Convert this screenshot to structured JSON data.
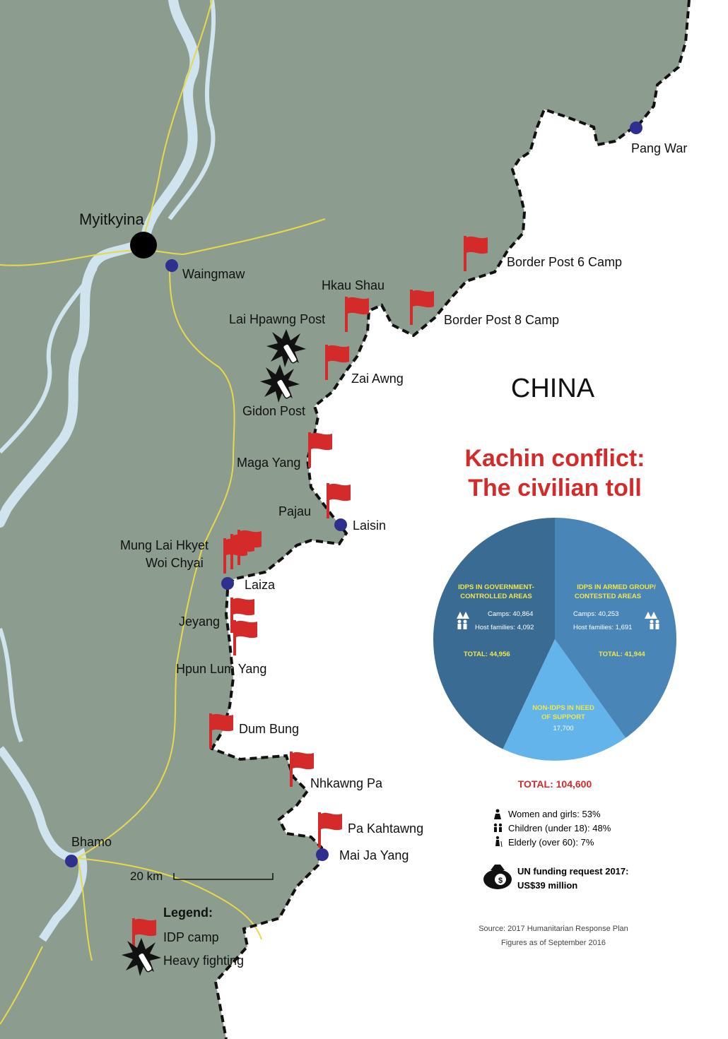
{
  "colors": {
    "land": "#8c9c8e",
    "china": "#ffffff",
    "river": "#cfe4ef",
    "road": "#e8d84a",
    "border": "#111111",
    "town": "#2e2f8f",
    "flag": "#d42a2a",
    "title": "#d42a2a",
    "pie_gov": "#3a6b93",
    "pie_armed": "#4a85b8",
    "pie_non": "#62b4ea",
    "pie_label": "#f3e64a"
  },
  "country_label": "CHINA",
  "cities": {
    "myitkyina": "Myitkyina"
  },
  "towns": {
    "waingmaw": "Waingmaw",
    "pang_war": "Pang War",
    "laisin": "Laisin",
    "laiza": "Laiza",
    "mai_ja_yang": "Mai Ja Yang",
    "bhamo": "Bhamo"
  },
  "idp_camps": {
    "border_post_6": "Border Post 6 Camp",
    "border_post_8": "Border Post 8 Camp",
    "hkau_shau": "Hkau Shau",
    "zai_awng": "Zai Awng",
    "maga_yang": "Maga Yang",
    "pajau": "Pajau",
    "mung_lai_hkyet": "Mung Lai Hkyet",
    "woi_chyai": "Woi Chyai",
    "jeyang": "Jeyang",
    "hpun_lum_yang": "Hpun Lum Yang",
    "dum_bung": "Dum Bung",
    "nhkawng_pa": "Nhkawng Pa",
    "pa_kahtawng": "Pa Kahtawng"
  },
  "fighting_sites": {
    "lai_hpawng_post": "Lai Hpawng Post",
    "gidon_post": "Gidon Post"
  },
  "scale_bar": "20 km",
  "legend": {
    "title": "Legend:",
    "idp_camp": "IDP camp",
    "heavy_fighting": "Heavy fighting",
    "idp_icon": "red-flag-icon",
    "fighting_icon": "explosion-icon"
  },
  "infographic": {
    "title_line1": "Kachin conflict:",
    "title_line2": "The civilian toll",
    "total": "TOTAL: 104,600",
    "demographics": [
      {
        "icon": "woman-icon",
        "text": "Women and girls: 53%"
      },
      {
        "icon": "children-icon",
        "text": "Children (under 18): 48%"
      },
      {
        "icon": "elderly-icon",
        "text": "Elderly (over 60): 7%"
      }
    ],
    "funding_icon": "money-bag-icon",
    "funding_line1": "UN funding request 2017:",
    "funding_line2": "US$39 million",
    "source_line1": "Source: 2017 Humanitarian Response Plan",
    "source_line2": "Figures as of September 2016"
  },
  "chart_data": {
    "type": "pie",
    "series": [
      {
        "label_line1": "IDPS IN GOVERNMENT-",
        "label_line2": "CONTROLLED AREAS",
        "camps": "Camps: 40,864",
        "host_families": "Host families: 4,092",
        "total": "TOTAL: 44,956",
        "value": 44956
      },
      {
        "label_line1": "IDPS IN ARMED GROUP/",
        "label_line2": "CONTESTED AREAS",
        "camps": "Camps: 40,253",
        "host_families": "Host families: 1,691",
        "total": "TOTAL: 41,944",
        "value": 41944
      },
      {
        "label_line1": "NON-IDPS IN NEED",
        "label_line2": "OF SUPPORT",
        "total": "17,700",
        "value": 17700
      }
    ]
  }
}
